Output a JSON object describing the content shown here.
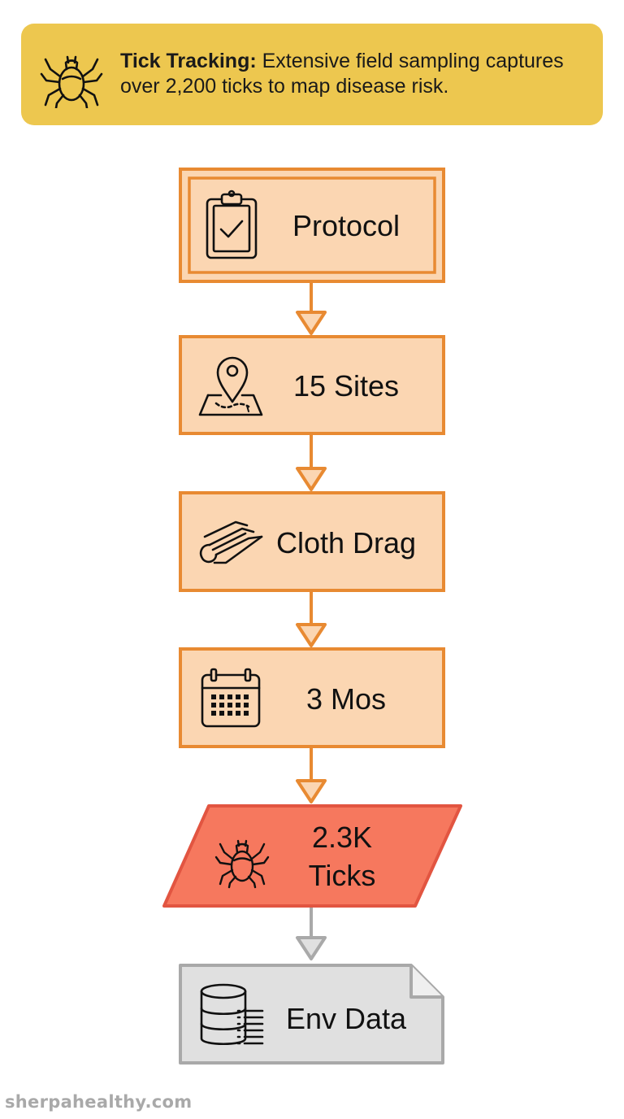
{
  "banner": {
    "title": "Tick Tracking:",
    "text": "Extensive field sampling captures over 2,200 ticks to map disease risk.",
    "icon": "tick-icon",
    "background": "#edc74f"
  },
  "flow": {
    "steps": [
      {
        "label": "Protocol",
        "icon": "clipboard-check-icon"
      },
      {
        "label": "15 Sites",
        "icon": "map-pin-icon"
      },
      {
        "label": "Cloth Drag",
        "icon": "cloth-roll-icon"
      },
      {
        "label": "3 Mos",
        "icon": "calendar-icon"
      },
      {
        "label_line1": "2.3K",
        "label_line2": "Ticks",
        "icon": "tick-icon"
      },
      {
        "label": "Env Data",
        "icon": "database-icon"
      }
    ],
    "colors": {
      "step_fill": "#fbd6b2",
      "step_stroke": "#e88a32",
      "result_fill": "#f6785e",
      "result_stroke": "#e25541",
      "data_fill": "#e0e0e0",
      "data_stroke": "#a9a9a9"
    }
  },
  "footer": {
    "watermark": "sherpahealthy.com"
  }
}
